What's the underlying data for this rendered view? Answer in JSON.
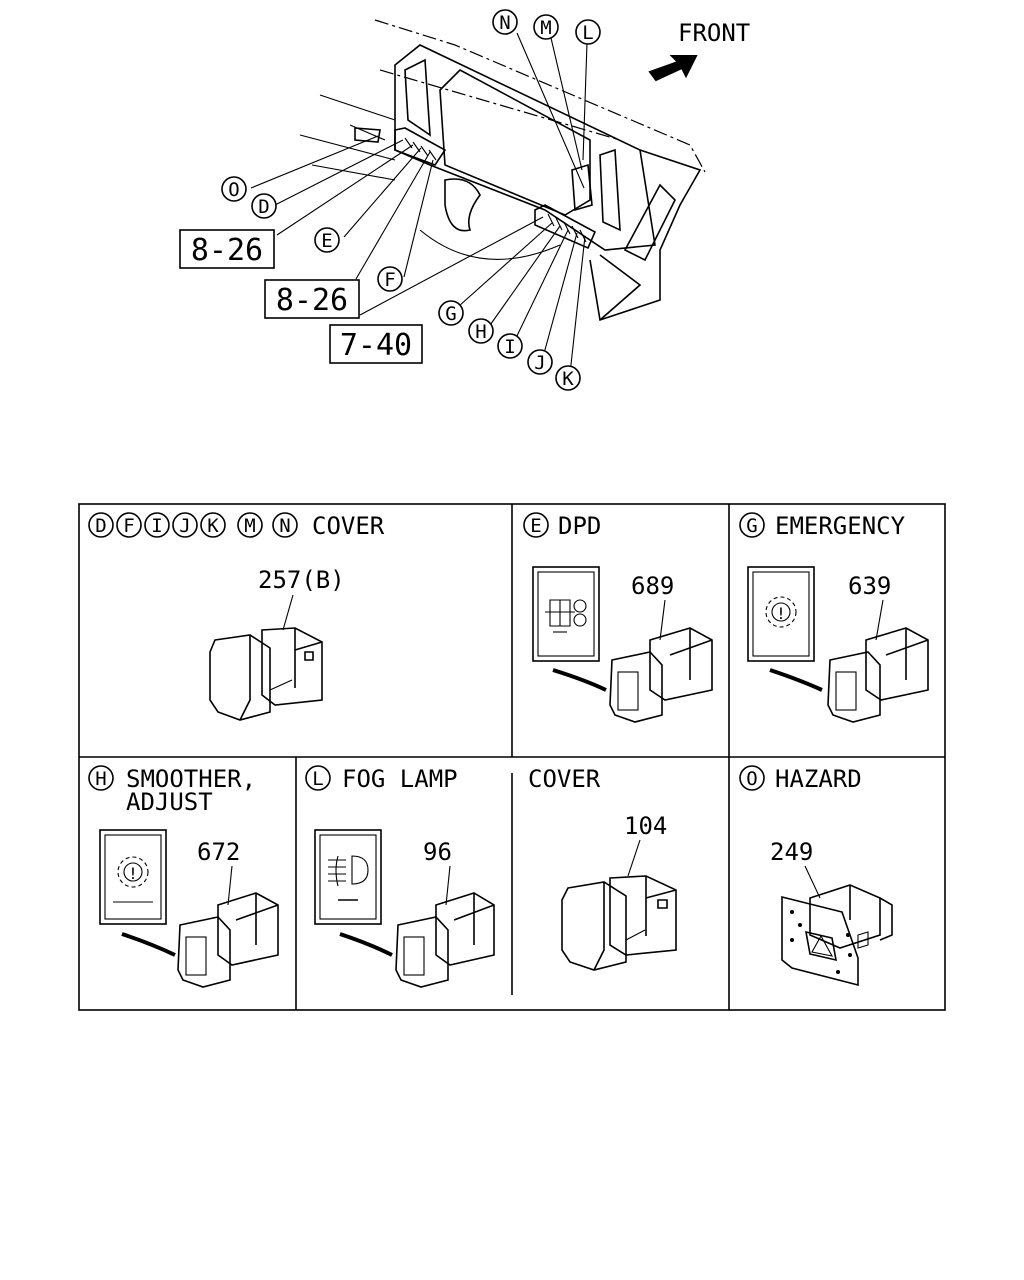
{
  "overview": {
    "front_label": "FRONT",
    "callouts": [
      "N",
      "M",
      "L",
      "O",
      "D",
      "E",
      "F",
      "G",
      "H",
      "I",
      "J",
      "K"
    ],
    "refs": [
      "8-26",
      "8-26",
      "7-40"
    ]
  },
  "panels": {
    "cover_main": {
      "letters": [
        "D",
        "F",
        "I",
        "J",
        "K",
        "M",
        "N"
      ],
      "title": "COVER",
      "part": "257(B)"
    },
    "dpd": {
      "letter": "E",
      "title": "DPD",
      "part": "689"
    },
    "emergency": {
      "letter": "G",
      "title": "EMERGENCY",
      "part": "639"
    },
    "smoother": {
      "letter": "H",
      "title_line1": "SMOOTHER,",
      "title_line2": "ADJUST",
      "part": "672"
    },
    "fog_lamp": {
      "letter": "L",
      "title": "FOG LAMP",
      "part": "96"
    },
    "cover_104": {
      "title": "COVER",
      "part": "104"
    },
    "hazard": {
      "letter": "O",
      "title": "HAZARD",
      "part": "249"
    }
  }
}
